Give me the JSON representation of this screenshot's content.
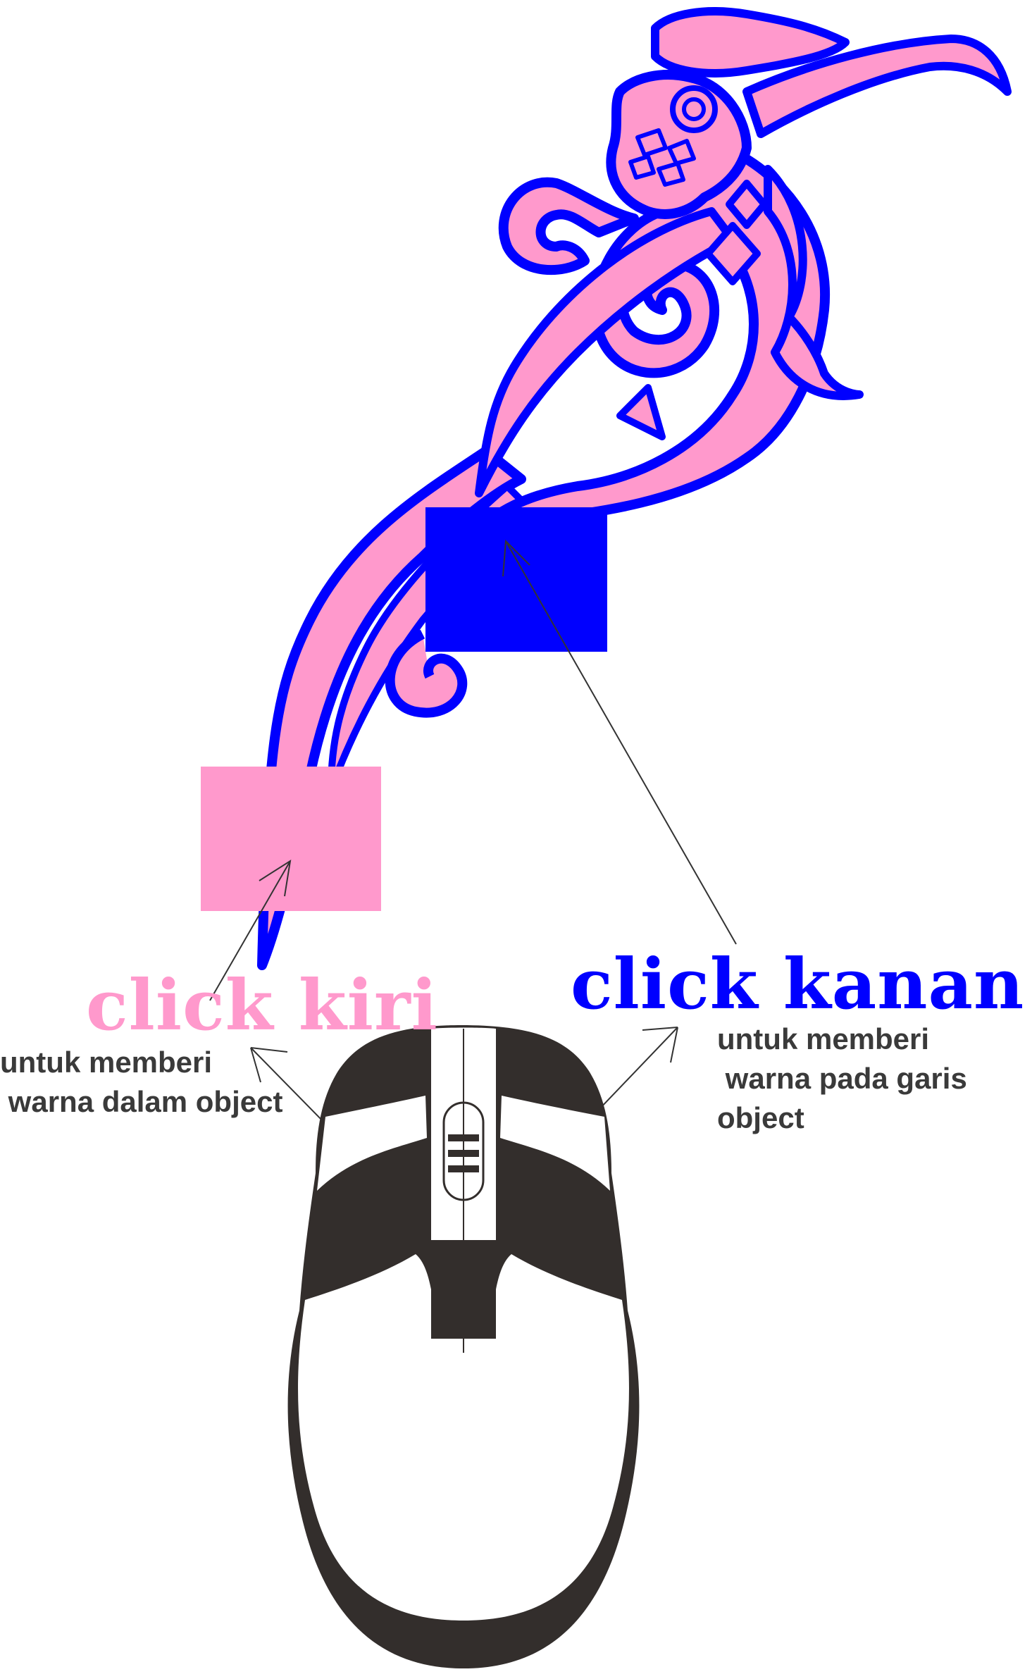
{
  "colors": {
    "fill": "#ff99cc",
    "outline": "#0000ff",
    "mouse": "#332e2c",
    "leader_line": "#333333"
  },
  "icons": [
    "hornbill-ornament-icon",
    "mouse-icon"
  ],
  "left_annotation": {
    "heading": "click kiri",
    "description": "untuk memberi\n warna dalam object"
  },
  "right_annotation": {
    "heading": "click kanan",
    "description": "untuk memberi\n warna pada garis\nobject"
  }
}
